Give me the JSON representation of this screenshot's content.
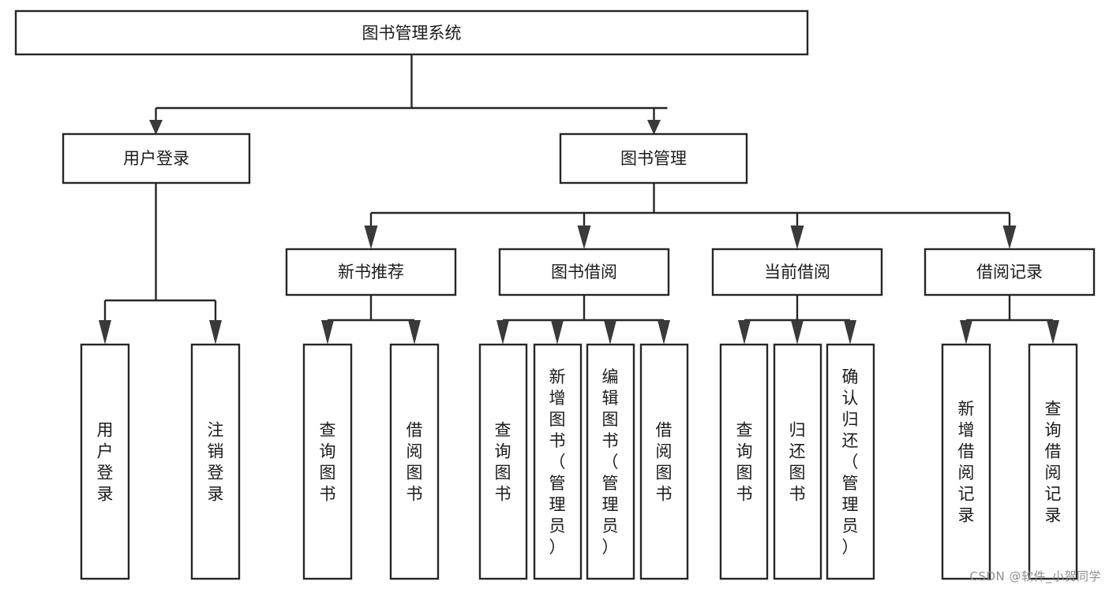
{
  "diagram": {
    "title": "图书管理系统",
    "type": "tree-hierarchy-chart",
    "background_color": "#ffffff",
    "line_color": "#262626",
    "text_color": "#1b1b1b",
    "box_fill": "#ffffff"
  },
  "root": {
    "label": "图书管理系统"
  },
  "level2": [
    {
      "label": "用户登录"
    },
    {
      "label": "图书管理"
    }
  ],
  "level3": [
    {
      "label": "新书推荐"
    },
    {
      "label": "图书借阅"
    },
    {
      "label": "当前借阅"
    },
    {
      "label": "借阅记录"
    }
  ],
  "leaves": {
    "user_login": [
      {
        "label": "用户登录"
      },
      {
        "label": "注销登录"
      }
    ],
    "new_book_recommend": [
      {
        "label": "查询图书"
      },
      {
        "label": "借阅图书"
      }
    ],
    "book_borrow": [
      {
        "label": "查询图书"
      },
      {
        "label": "新增图书（管理员）"
      },
      {
        "label": "编辑图书（管理员）"
      },
      {
        "label": "借阅图书"
      }
    ],
    "current_borrow": [
      {
        "label": "查询图书"
      },
      {
        "label": "归还图书"
      },
      {
        "label": "确认归还（管理员）"
      }
    ],
    "borrow_record": [
      {
        "label": "新增借阅记录"
      },
      {
        "label": "查询借阅记录"
      }
    ]
  },
  "watermark": {
    "text": "CSDN @软件_小贺同学"
  }
}
